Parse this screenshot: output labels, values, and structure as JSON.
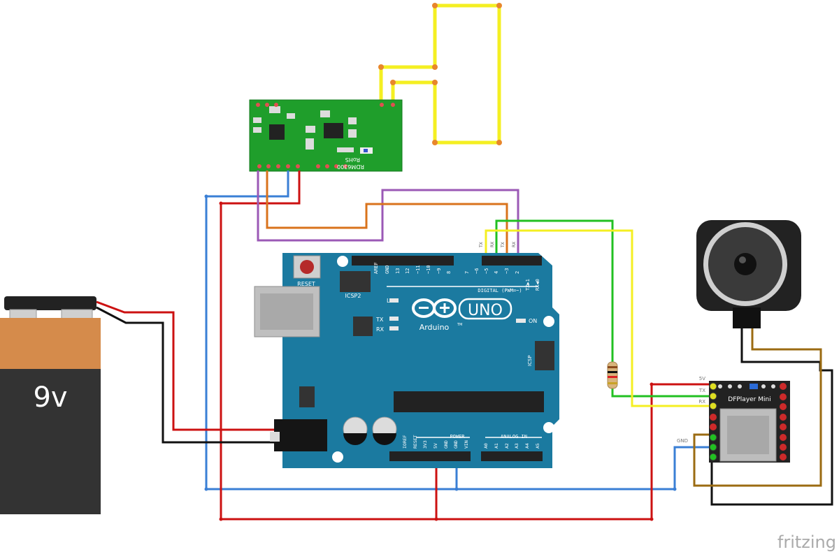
{
  "battery": {
    "label": "9v"
  },
  "rfid": {
    "label": "RDM6300",
    "rohs": "RoHS"
  },
  "arduino": {
    "brand": "Arduino",
    "tm": "TM",
    "model": "UNO",
    "reset": "RESET",
    "icsp2": "ICSP2",
    "icsp": "ICSP",
    "led_l": "L",
    "led_tx": "TX",
    "led_rx": "RX",
    "on": "ON",
    "digital": "DIGITAL (PWM=~)",
    "power": "POWER",
    "analog": "ANALOG IN",
    "aref": "AREF",
    "gnd": "GND",
    "tx_label": "TX",
    "rx_label": "RX",
    "tx_arrow": "TX▶1",
    "rx_arrow": "RX◀0",
    "top_pins": [
      "13",
      "12",
      "~11",
      "~10",
      "~9",
      "8",
      "7",
      "~6",
      "~5",
      "4",
      "~3",
      "2"
    ],
    "power_pins": [
      "IOREF",
      "RESET",
      "3V3",
      "5V",
      "GND",
      "GND",
      "VIN"
    ],
    "analog_pins": [
      "A0",
      "A1",
      "A2",
      "A3",
      "A4",
      "A5"
    ]
  },
  "dfplayer": {
    "label": "DFPlayer Mini",
    "pin_5v": "5V",
    "pin_tx": "TX",
    "pin_rx": "RX",
    "pin_gnd": "GND"
  },
  "watermark": "fritzing",
  "colors": {
    "red": "#cc1111",
    "blue": "#3a7fd5",
    "purple": "#9b59b6",
    "orange": "#d9731c",
    "green": "#22c022",
    "yellow": "#f4ef22",
    "black": "#111111",
    "brown": "#9b6b12",
    "arduino_teal": "#1b7aa0",
    "pcb_green": "#1f9e2b"
  }
}
